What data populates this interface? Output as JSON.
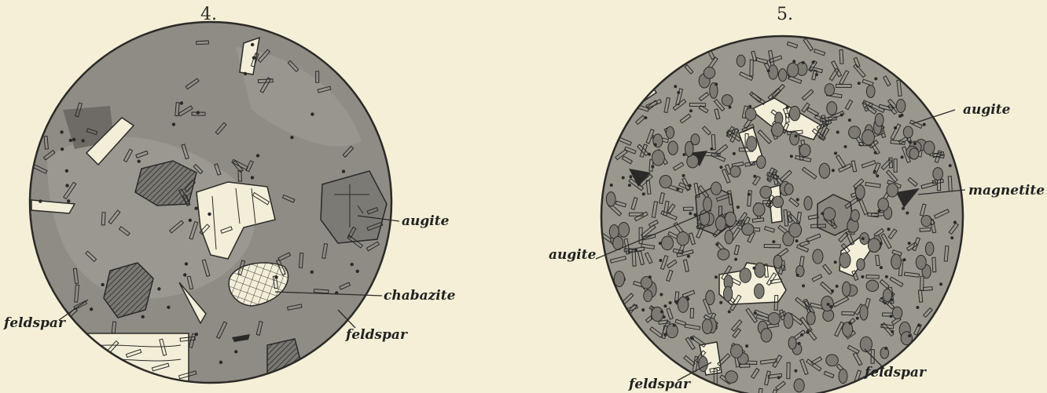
{
  "figures": [
    {
      "number": "4.",
      "labels": {
        "augite": "augite",
        "chabazite": "chabazite",
        "feldspar_left": "feldspar",
        "feldspar_right": "feldspar"
      }
    },
    {
      "number": "5.",
      "labels": {
        "augite_top": "augite",
        "magnetite": "magnetite",
        "augite_left": "augite",
        "feldspar_bottom_left": "feldspar",
        "feldspar_bottom_right": "feldspar"
      }
    }
  ],
  "colors": {
    "paper": "#f4efd6",
    "groundmass": "#8f8c86",
    "glass_light": "#a09d96",
    "crystal": "#f3eed8",
    "outline": "#2b2a28"
  }
}
